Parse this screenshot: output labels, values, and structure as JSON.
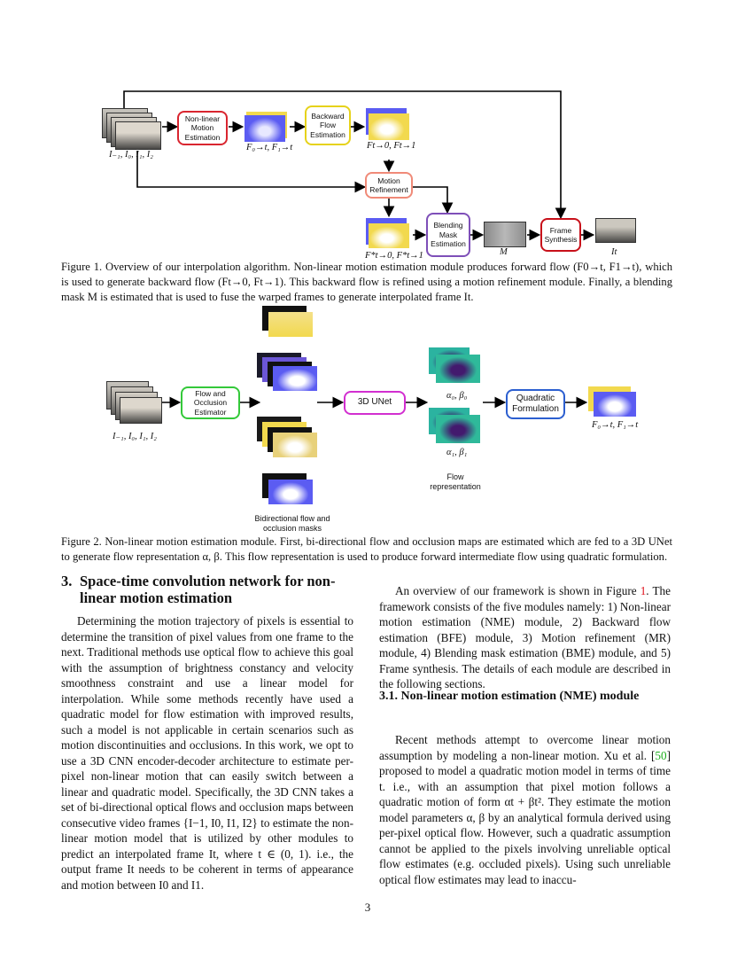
{
  "fig1": {
    "box_nme": "Non-linear\nMotion\nEstimation",
    "box_bfe": "Backward\nFlow\nEstimation",
    "box_mr": "Motion\nRefinement",
    "box_bme": "Blending\nMask\nEstimation",
    "box_fs": "Frame\nSynthesis",
    "lbl_inputs": "I₋₁, I₀, I₁, I₂",
    "lbl_fwd": "F₀→t, F₁→t",
    "lbl_bwd": "Ft→0, Ft→1",
    "lbl_ref": "F*t→0, F*t→1",
    "lbl_mask": "M",
    "lbl_out": "It",
    "caption": "Figure 1. Overview of our interpolation algorithm. Non-linear motion estimation module produces forward flow (F0→t, F1→t), which is used to generate backward flow (Ft→0, Ft→1). This backward flow is refined using a motion refinement module. Finally, a blending mask M is estimated that is used to fuse the warped frames to generate interpolated frame It."
  },
  "fig2": {
    "box_foe": "Flow and\nOcclusion\nEstimator",
    "box_unet": "3D UNet",
    "box_quad": "Quadratic\nFormulation",
    "lbl_inputs": "I₋₁, I₀, I₁, I₂",
    "lbl_a0": "α₀, β₀",
    "lbl_a1": "α₁, β₁",
    "lbl_flowrep": "Flow\nrepresentation",
    "lbl_bidir": "Bidirectional flow and\nocclusion masks",
    "lbl_fwd": "F₀→t, F₁→t",
    "caption": "Figure 2. Non-linear motion estimation module. First, bi-directional flow and occlusion maps are estimated which are fed to a 3D UNet to generate flow representation α, β. This flow representation is used to produce forward intermediate flow using quadratic formulation."
  },
  "section": {
    "heading_num": "3.",
    "heading_text": "Space-time convolution network for non-linear motion estimation",
    "left_para": "Determining the motion trajectory of pixels is essential to determine the transition of pixel values from one frame to the next. Traditional methods use optical flow to achieve this goal with the assumption of brightness constancy and velocity smoothness constraint and use a linear model for interpolation. While some methods recently have used a quadratic model for flow estimation with improved results, such a model is not applicable in certain scenarios such as motion discontinuities and occlusions. In this work, we opt to use a 3D CNN encoder-decoder architecture to estimate per-pixel non-linear motion that can easily switch between a linear and quadratic model. Specifically, the 3D CNN takes a set of bi-directional optical flows and occlusion maps between consecutive video frames {I−1, I0, I1, I2} to estimate the non-linear motion model that is utilized by other modules to predict an interpolated frame It, where t ∈ (0, 1). i.e., the output frame It needs to be coherent in terms of appearance and motion between I0 and I1.",
    "right_p1_a": "An overview of our framework is shown in Figure ",
    "right_p1_ref": "1",
    "right_p1_b": ". The framework consists of the five modules namely: 1) Non-linear motion estimation (NME) module, 2) Backward flow estimation (BFE) module, 3) Motion refinement (MR) module, 4) Blending mask estimation (BME) module, and 5) Frame synthesis. The details of each module are described in the following sections.",
    "sub_heading": "3.1. Non-linear motion estimation (NME) module",
    "right_p2_a": "Recent methods attempt to overcome linear motion assumption by modeling a non-linear motion. Xu et al. [",
    "right_p2_cite": "50",
    "right_p2_b": "] proposed to model a quadratic motion model in terms of time t. i.e., with an assumption that pixel motion follows a quadratic motion of form αt + βt². They estimate the motion model parameters α, β by an analytical formula derived using per-pixel optical flow. However, such a quadratic assumption cannot be applied to the pixels involving unreliable optical flow estimates (e.g. occluded pixels). Using such unreliable optical flow estimates may lead to inaccu-",
    "page_number": "3"
  },
  "colors": {
    "nme": "#d9252f",
    "bfe": "#e6d21a",
    "mr": "#f08a78",
    "bme": "#7e4fb8",
    "fs": "#c8101a",
    "foe": "#34c93a",
    "unet": "#d22fd0",
    "quad": "#2c5fd0",
    "flow_blue": "#5b5cf2",
    "flow_yellow": "#f2d94e"
  }
}
